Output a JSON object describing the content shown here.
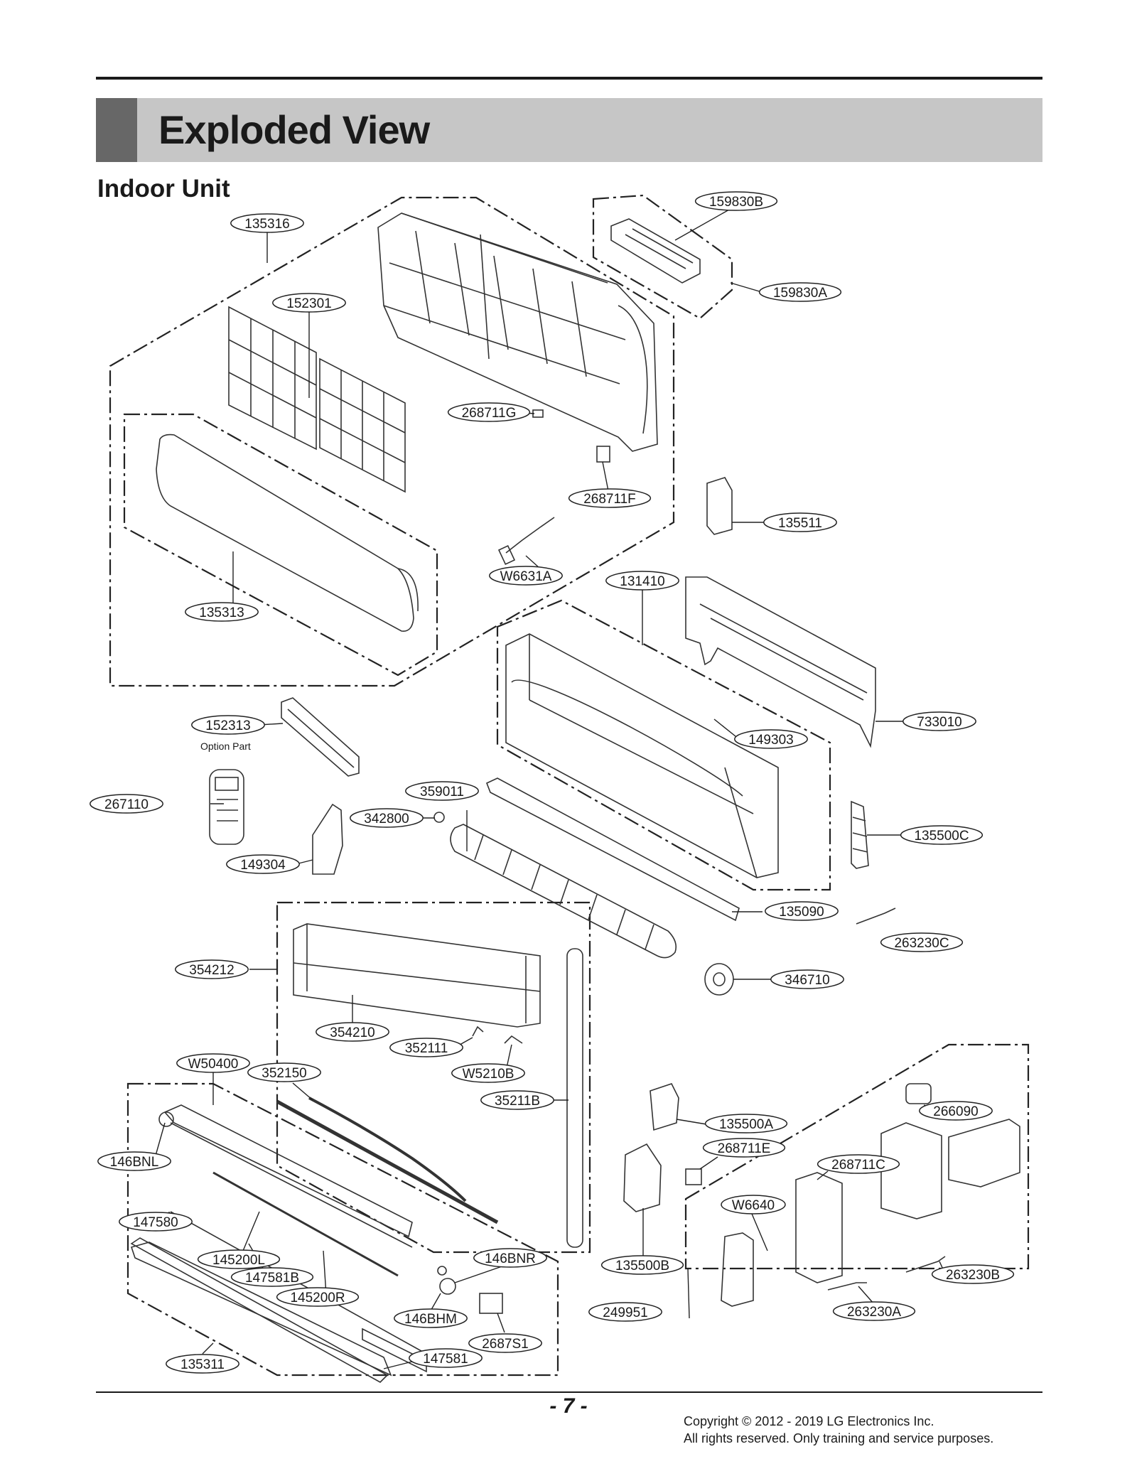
{
  "header": {
    "title": "Exploded View"
  },
  "section": {
    "title": "Indoor Unit"
  },
  "diagram": {
    "option_note": "Option Part",
    "callouts": [
      "135316",
      "152301",
      "159830B",
      "159830A",
      "268711G",
      "268711F",
      "135511",
      "135313",
      "W6631A",
      "131410",
      "733010",
      "152313",
      "149303",
      "267110",
      "359011",
      "342800",
      "135500C",
      "149304",
      "135090",
      "263230C",
      "354212",
      "346710",
      "354210",
      "352111",
      "W50400",
      "352150",
      "W5210B",
      "35211B",
      "266090",
      "135500A",
      "268711E",
      "146BNL",
      "268711C",
      "W6640",
      "147580",
      "145200L",
      "146BNR",
      "135500B",
      "263230B",
      "147581B",
      "145200R",
      "146BHM",
      "249951",
      "263230A",
      "2687S1",
      "135311",
      "147581"
    ]
  },
  "footer": {
    "page_number": "- 7 -",
    "copyright_line1": "Copyright © 2012 - 2019 LG Electronics Inc.",
    "copyright_line2": "All rights reserved. Only training and service purposes."
  }
}
